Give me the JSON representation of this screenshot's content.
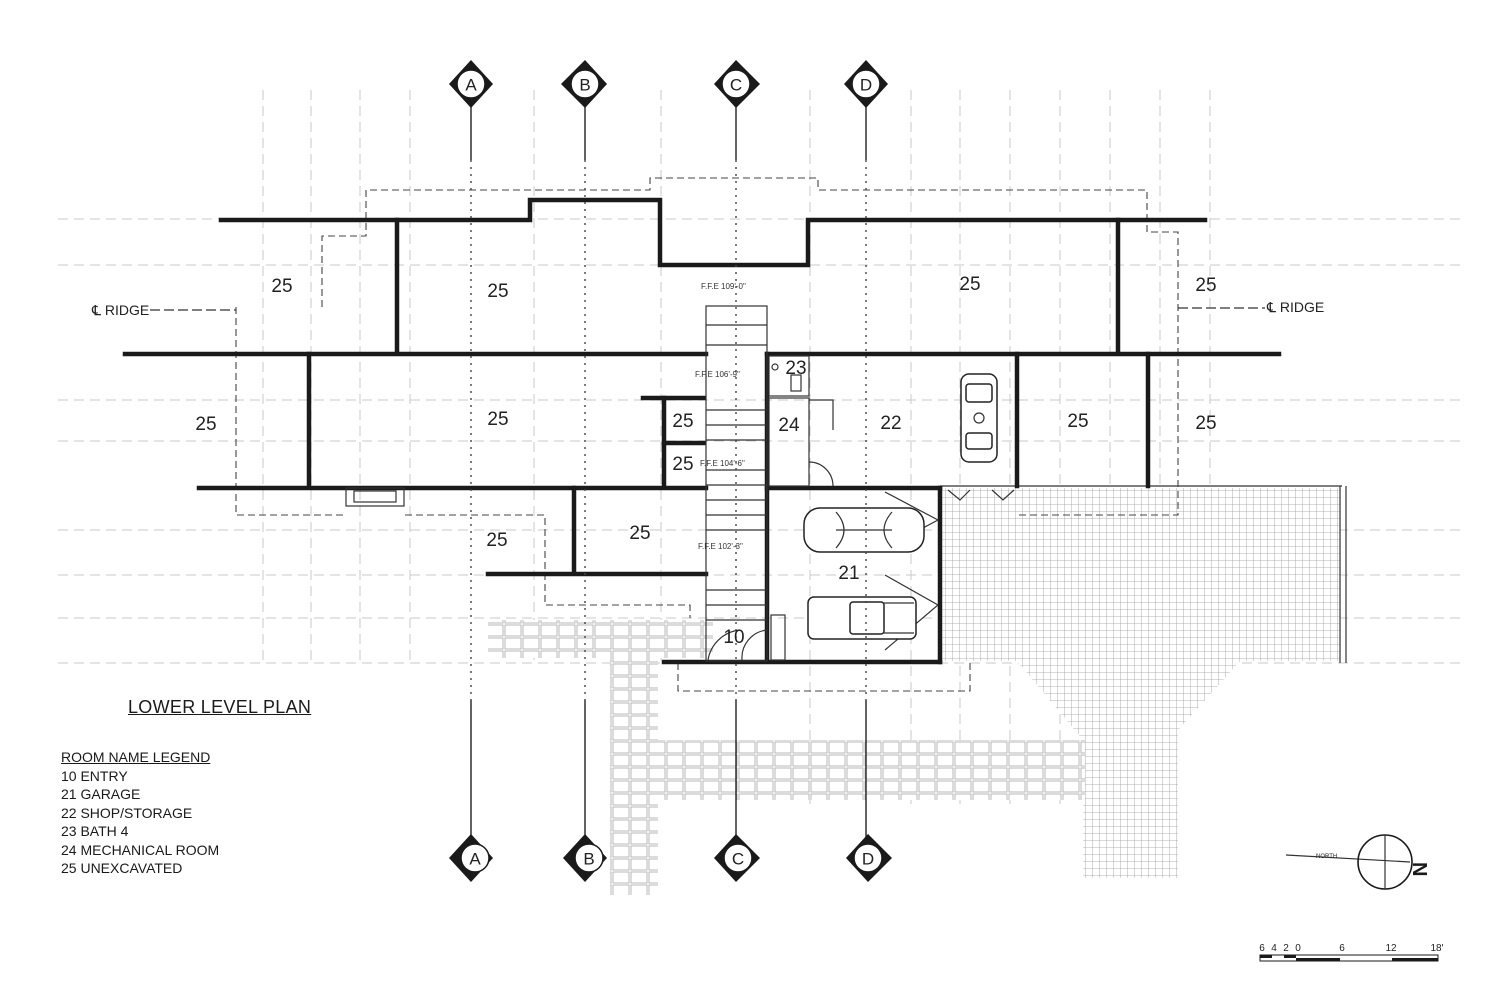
{
  "title": "LOWER LEVEL PLAN",
  "legend": {
    "heading": "ROOM NAME LEGEND",
    "items": [
      "10 ENTRY",
      "21 GARAGE",
      "22 SHOP/STORAGE",
      "23 BATH 4",
      "24 MECHANICAL ROOM",
      "25 UNEXCAVATED"
    ]
  },
  "room_labels": {
    "entry": "10",
    "garage": "21",
    "shop": "22",
    "bath": "23",
    "mechanical": "24",
    "unexcavated": "25"
  },
  "ridge_label": "℄ RIDGE",
  "ffe_labels": [
    "F.F.E 109'-0\"",
    "F.F.E 106'-9\"",
    "F.F.E 104'-6\"",
    "F.F.E 102'-3\""
  ],
  "gridlines": [
    "A",
    "B",
    "C",
    "D"
  ],
  "scale": {
    "ticks": [
      "6",
      "4",
      "2",
      "0",
      "6",
      "12",
      "18'"
    ]
  },
  "north_label": "NORTH",
  "north_letter": "N"
}
